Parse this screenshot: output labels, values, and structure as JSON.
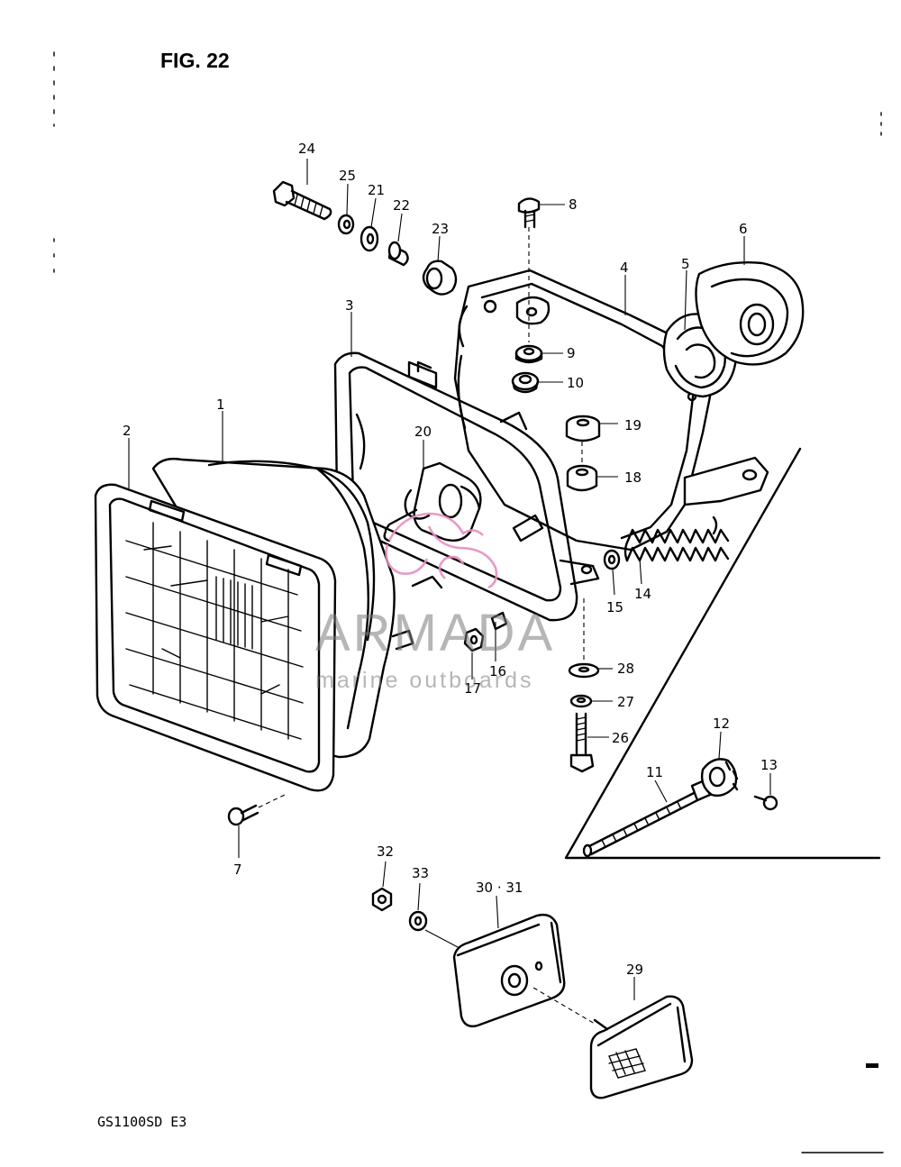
{
  "figure": {
    "title": "FIG. 22",
    "model_code": "GS1100SD  E3"
  },
  "watermark": {
    "brand": "ARMADA",
    "tagline": "marine outboards",
    "logo_color": "#e58fc0"
  },
  "callouts": {
    "c1": "1",
    "c2": "2",
    "c3": "3",
    "c4": "4",
    "c5": "5",
    "c6": "6",
    "c7": "7",
    "c8": "8",
    "c9": "9",
    "c10": "10",
    "c11": "11",
    "c12": "12",
    "c13": "13",
    "c14": "14",
    "c15": "15",
    "c16": "16",
    "c17": "17",
    "c18": "18",
    "c19": "19",
    "c20": "20",
    "c21": "21",
    "c22": "22",
    "c23": "23",
    "c24": "24",
    "c25": "25",
    "c26": "26",
    "c27": "27",
    "c28": "28",
    "c29": "29",
    "c30_31": "30 · 31",
    "c32": "32",
    "c33": "33"
  }
}
